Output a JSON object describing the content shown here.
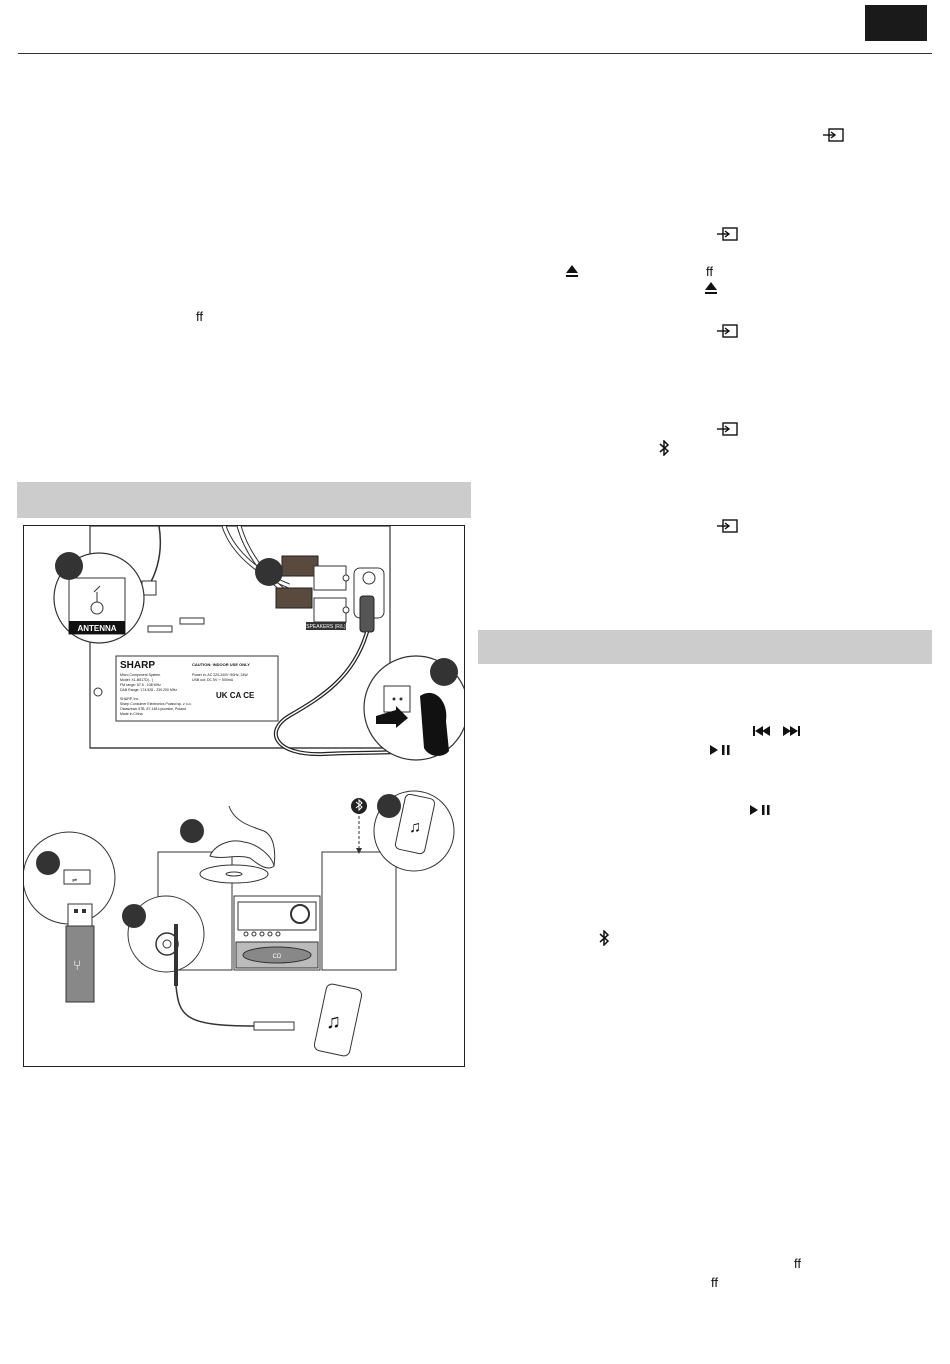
{
  "page": {
    "language_box": "",
    "left_section_bar": "",
    "right_section_bar": ""
  },
  "glyphs": {
    "ligature_ff": "ff",
    "eject": "▲",
    "bluetooth": "✱",
    "prev_next": "|◀◀ ▶▶|",
    "play_pause": "▶II"
  },
  "diagram": {
    "antenna_label": "ANTENNA",
    "speakers_label": "SPEAKERS (R/L)",
    "brand": "SHARP",
    "caution": "CAUTION: INDOOR USE ONLY",
    "rating_lines": [
      "Micro Component System",
      "Model: XL-B517D(.. )",
      "FM range: 87.5 - 108 MHz",
      "DAB Range: 174.928 - 239.200 MHz"
    ],
    "power_lines": [
      "Power in: AC 220-240V~50Hz, 24W",
      "USB out: DC 5V ⎓ 500mA"
    ],
    "company_lines": [
      "SHARP, Inc.",
      "Sharp Consumer Electronics Poland sp. z o.o.",
      "Ostaszewo 57B, 87-148 Łysomice, Poland",
      "Made in China"
    ],
    "cert_marks": "UK CA  CE",
    "disc_label": "CD"
  },
  "colors": {
    "section_bar": "#cccccc",
    "language_box": "#1a1a1a",
    "callout_circle": "#333333"
  }
}
